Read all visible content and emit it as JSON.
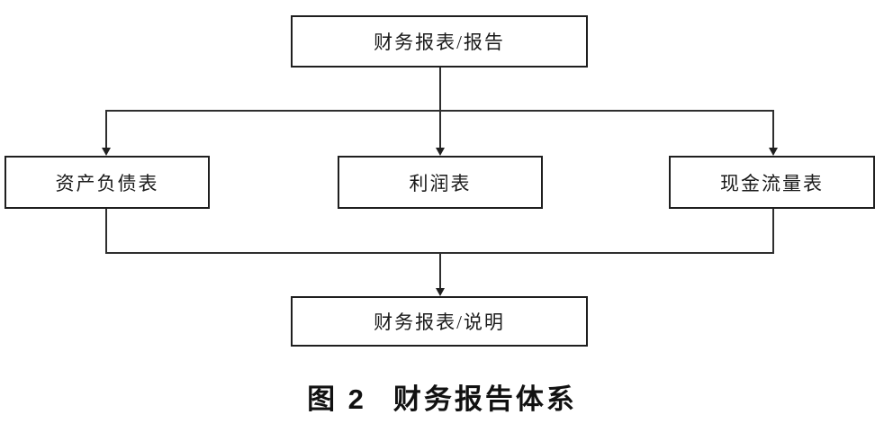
{
  "flowchart": {
    "nodes": {
      "root": {
        "label": "财务报表/报告"
      },
      "balance_sheet": {
        "label": "资产负债表"
      },
      "income_statement": {
        "label": "利润表"
      },
      "cash_flow": {
        "label": "现金流量表"
      },
      "notes": {
        "label": "财务报表/说明"
      }
    },
    "caption": {
      "prefix": "图 2",
      "title": "财务报告体系"
    },
    "colors": {
      "line": "#2e2e2e",
      "border": "#1f1f1f",
      "background": "#ffffff",
      "text": "#1a1a1a"
    }
  }
}
